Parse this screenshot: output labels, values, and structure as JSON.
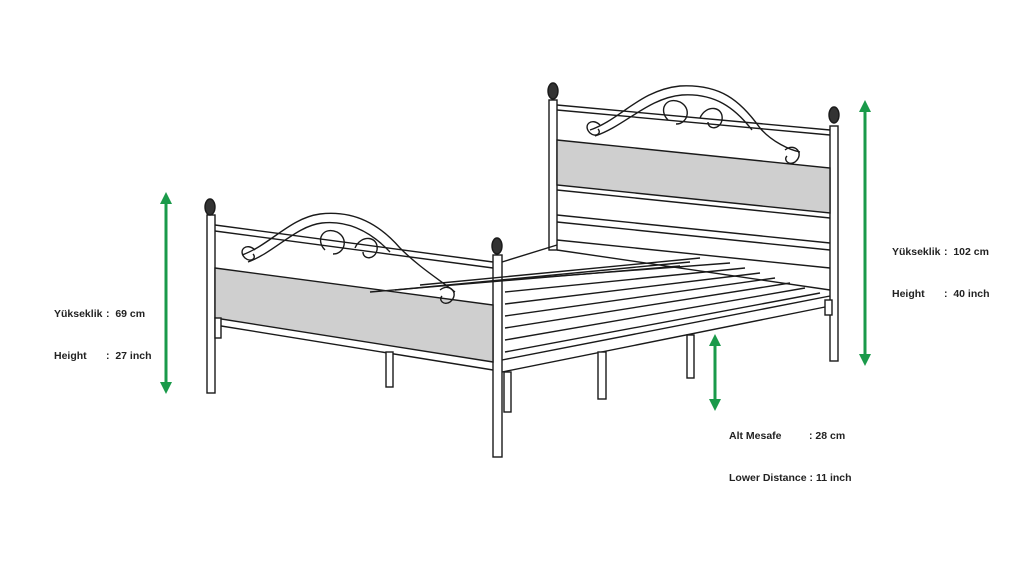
{
  "footboard_dimension": {
    "line1": {
      "key": "Yükseklik",
      "value": ":  69 cm"
    },
    "line2": {
      "key": "Height",
      "value": ":  27 inch"
    }
  },
  "headboard_dimension": {
    "line1": {
      "key": "Yükseklik",
      "value": ":  102 cm"
    },
    "line2": {
      "key": "Height",
      "value": ":  40 inch"
    }
  },
  "lower_distance_dimension": {
    "line1": {
      "key": "Alt Mesafe",
      "value": ": 28 cm"
    },
    "line2": {
      "key": "Lower Distance",
      "value": " : 11 inch"
    }
  },
  "colors": {
    "arrow": "#1a9a4a",
    "line": "#1a1a1a",
    "panel": "#cfcfcf"
  }
}
